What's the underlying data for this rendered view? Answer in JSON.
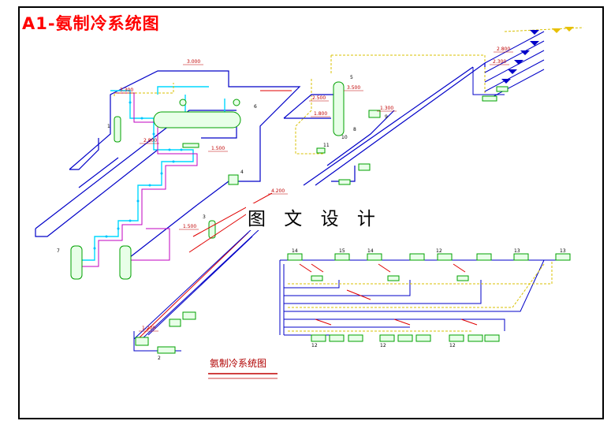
{
  "title": "A1-氨制冷系统图",
  "watermark": "图 文 设 计",
  "caption": "氨制冷系统图",
  "colors": {
    "frame": "#000000",
    "title": "#ff0000",
    "pipe_blue": "#0000c8",
    "pipe_cyan": "#00d8ff",
    "pipe_magenta": "#c000c0",
    "pipe_yellow": "#d8c000",
    "pipe_red": "#e00000",
    "equipment_green": "#00a000"
  },
  "elevations": {
    "e3000": "3.000",
    "e3300": "3.300",
    "e2800": "2.800",
    "e4200": "4.200",
    "e1500": "1.500",
    "e2500": "2.500",
    "e1800": "1.800",
    "e3500": "3.500",
    "e1300": "1.300",
    "e2300": "2.300",
    "e1200": "1.200"
  },
  "equipment_tags": {
    "t1": "1",
    "t2": "2",
    "t3": "3",
    "t4": "4",
    "t5": "5",
    "t6": "6",
    "t7": "7",
    "t8": "8",
    "t9": "9",
    "t10": "10",
    "t11": "11",
    "t12": "12",
    "t13": "13",
    "t14": "14",
    "t15": "15"
  },
  "icons": {
    "evaporator": "air-cooler-icon",
    "vessel": "vertical-vessel-icon",
    "compressor": "compressor-icon",
    "valve": "valve-icon"
  }
}
